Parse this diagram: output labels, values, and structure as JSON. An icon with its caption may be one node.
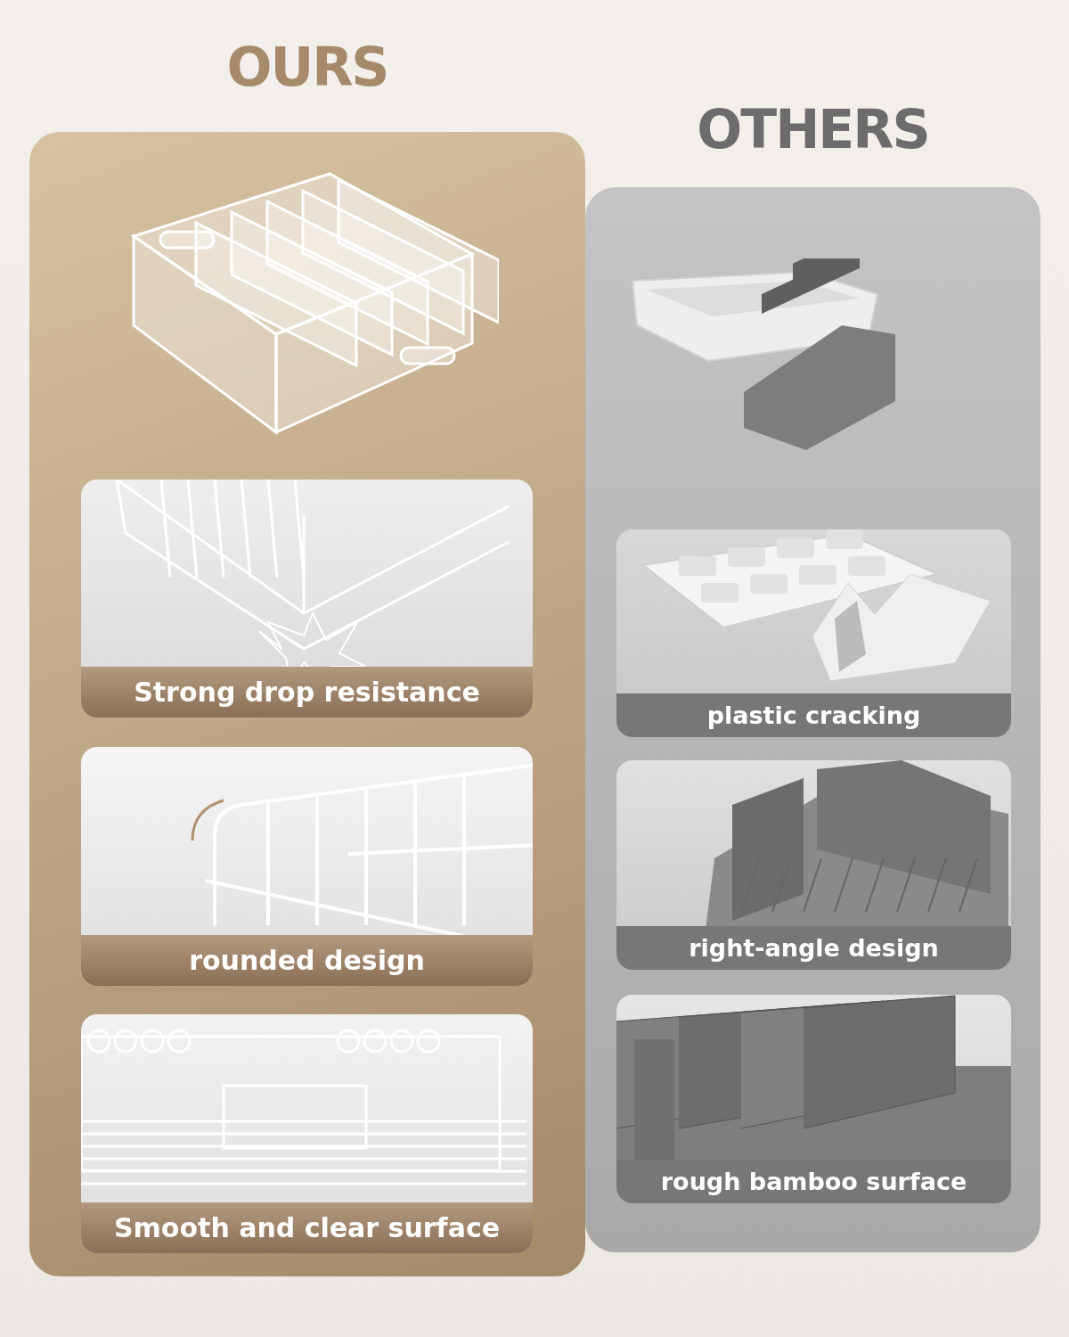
{
  "diagram": {
    "nodes": [
      {
        "text": [
          "OURS"
        ]
      },
      {
        "text": [
          "OTHERS"
        ]
      },
      {
        "text": [],
        "shape": "picture",
        "in": 0
      },
      {
        "text": [
          "Strong drop resistance"
        ],
        "in": 0
      },
      {
        "text": [
          "rounded design"
        ],
        "in": 0
      },
      {
        "text": [
          "Smooth and clear surface"
        ],
        "in": 0
      },
      {
        "text": [],
        "shape": "picture",
        "in": 1
      },
      {
        "text": [
          "plastic cracking"
        ],
        "in": 1
      },
      {
        "text": [
          "right-angle design"
        ],
        "in": 1
      },
      {
        "text": [
          "rough bamboo surface"
        ],
        "in": 1
      }
    ]
  }
}
